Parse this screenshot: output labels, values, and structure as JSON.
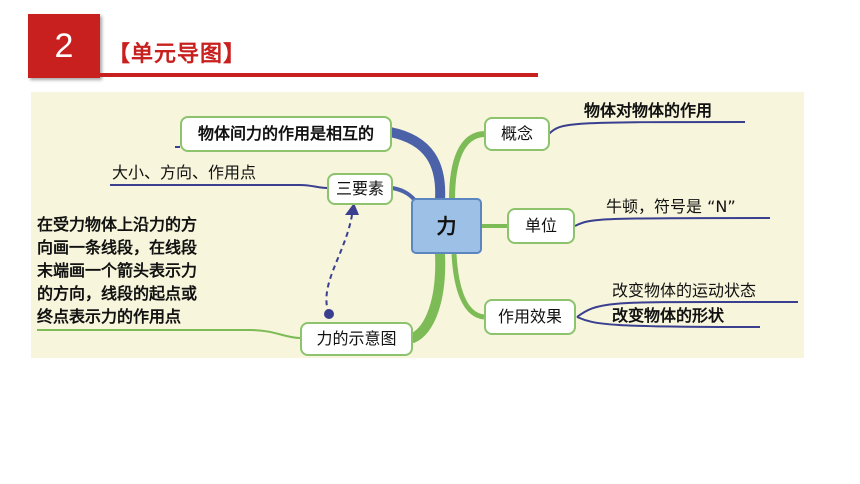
{
  "header": {
    "number": "2",
    "title": "【单元导图】"
  },
  "center": {
    "label": "力"
  },
  "branches": {
    "concept": {
      "label": "概念",
      "leaf": "物体对物体的作用"
    },
    "unit": {
      "label": "单位",
      "leaf": "牛顿，符号是 “N”"
    },
    "effect": {
      "label": "作用效果",
      "leaves": [
        "改变物体的运动状态",
        "改变物体的形状"
      ]
    },
    "three_elements": {
      "label": "三要素",
      "leaf": "大小、方向、作用点"
    },
    "interaction": {
      "label": "物体间力的作用是相互的"
    },
    "diagram": {
      "label": "力的示意图",
      "description": [
        "在受力物体上沿力的方",
        "向画一条线段，在线段",
        "末端画一个箭头表示力",
        "的方向，线段的起点或",
        "终点表示力的作用点"
      ]
    }
  },
  "colors": {
    "accent": "#c8201e",
    "node_border": "#8cc36c",
    "center_fill": "#9cc0e6",
    "line_dark": "#3a3f8f",
    "background": "#f7f5dc"
  }
}
